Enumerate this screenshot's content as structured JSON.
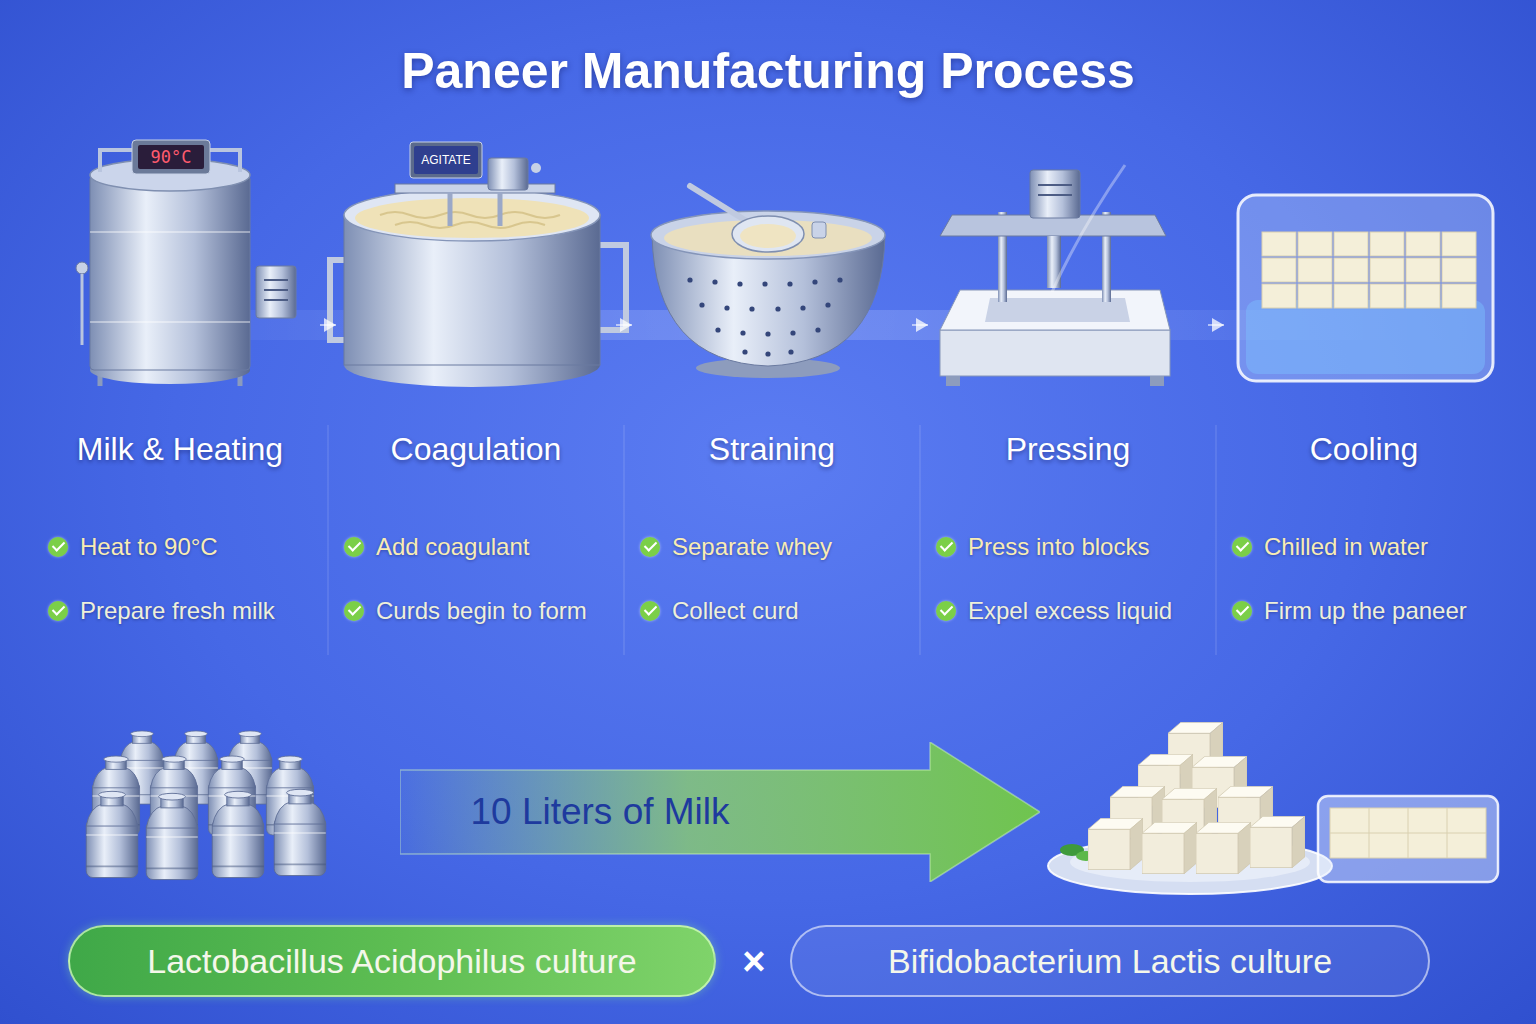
{
  "diagram": {
    "title": "Paneer Manufacturing Process",
    "nodes": [
      {
        "text": [
          "Milk & Heating",
          "Heat to 90°C",
          "Prepare fresh milk"
        ]
      },
      {
        "text": [
          "Coagulation",
          "Add coagulant",
          "Curds begin to form"
        ]
      },
      {
        "text": [
          "Straining",
          "Separate whey",
          "Collect curd"
        ]
      },
      {
        "text": [
          "Pressing",
          "Press into blocks",
          "Expel excess liquid"
        ]
      },
      {
        "text": [
          "Cooling",
          "Chilled in water",
          "Firm up the paneer"
        ]
      },
      {
        "text": [
          "10 Liters of Milk"
        ]
      },
      {
        "text": [
          "Lactobacillus Acidophilus culture"
        ]
      },
      {
        "text": [
          "Bifidobacterium Lactis culture"
        ]
      }
    ],
    "edges": [
      {
        "from": 0,
        "to": 1,
        "arrow": "to"
      },
      {
        "from": 1,
        "to": 2,
        "arrow": "to"
      },
      {
        "from": 2,
        "to": 3,
        "arrow": "to"
      },
      {
        "from": 3,
        "to": 4,
        "arrow": "to"
      }
    ],
    "labels": [
      "90°C",
      "AGITATE",
      "×"
    ]
  }
}
